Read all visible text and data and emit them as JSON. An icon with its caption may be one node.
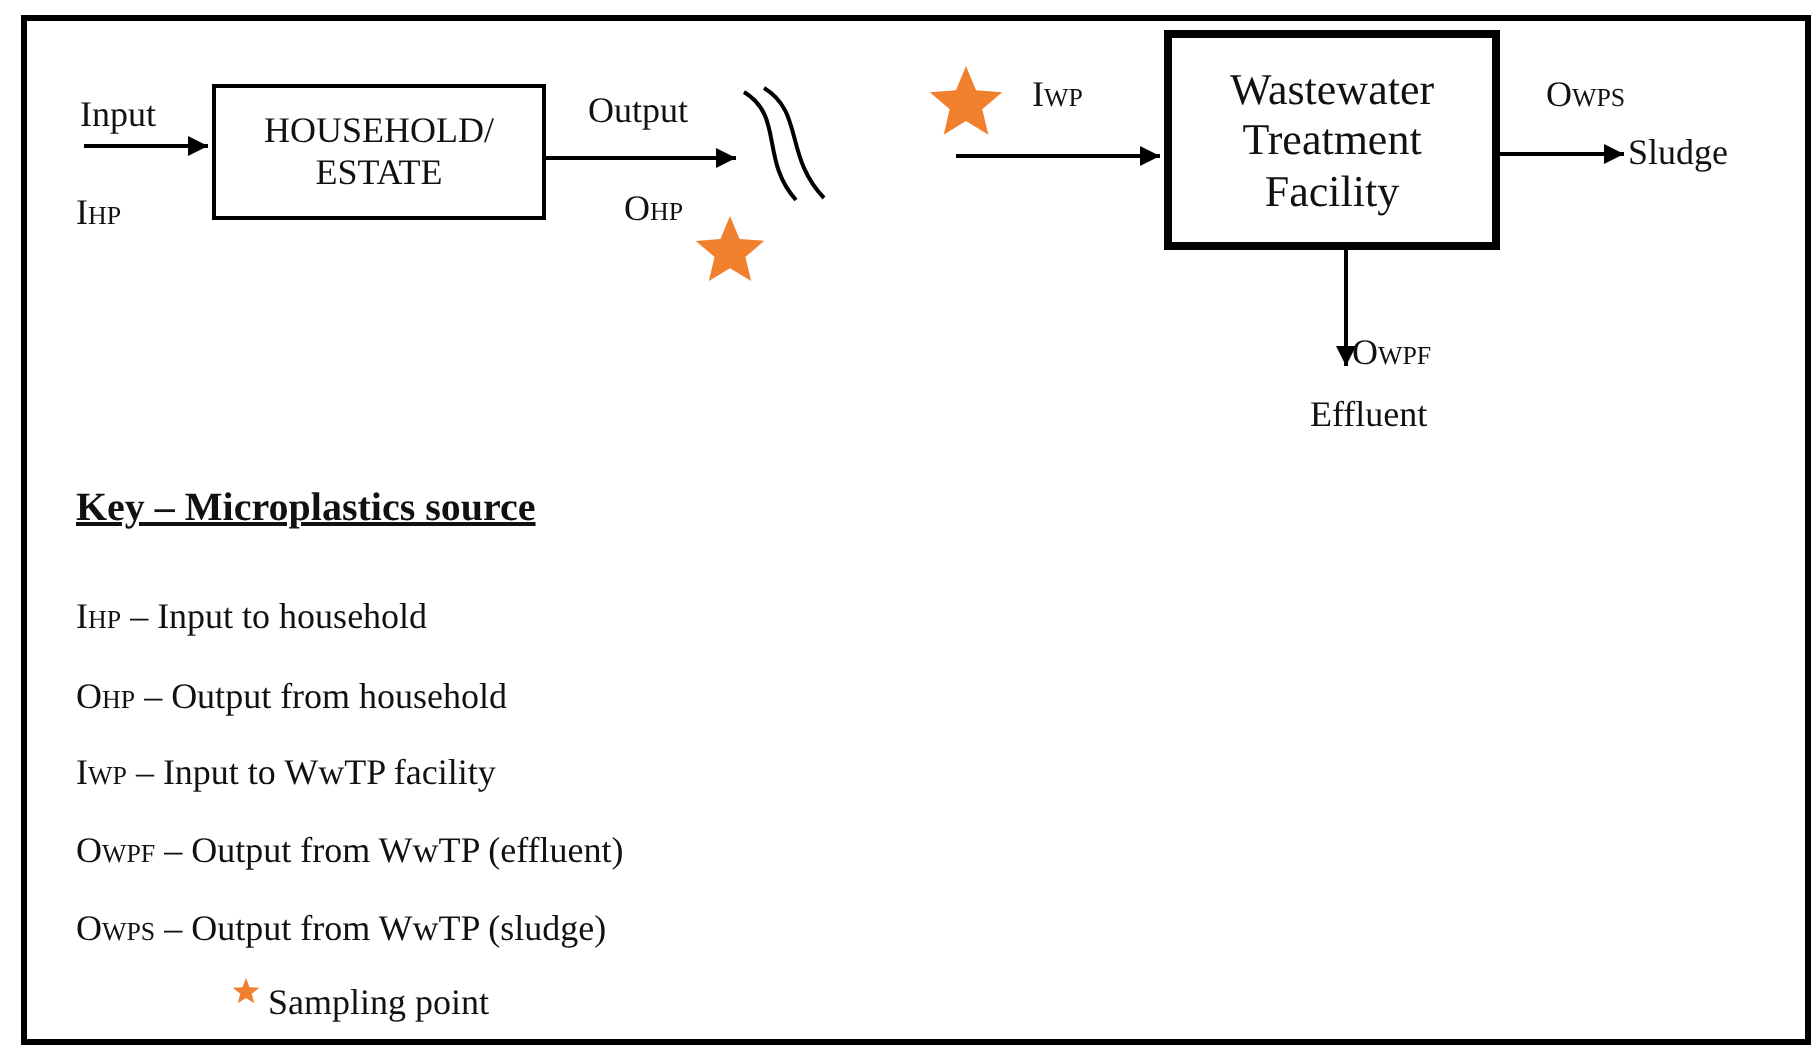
{
  "diagram": {
    "nodes": [
      {
        "text": [
          "HOUSEHOLD/ ESTATE"
        ]
      },
      {
        "text": [
          "Wastewater Treatment Facility"
        ]
      },
      {
        "text": [
          "Sludge"
        ]
      },
      {
        "text": [
          "O$_{WPF}$",
          "Effluent"
        ]
      }
    ],
    "edges": [
      {
        "from": null,
        "to": 0,
        "arrow": "to",
        "label": "Input"
      },
      {
        "from": 0,
        "to": null,
        "arrow": "to",
        "label": "Output"
      },
      {
        "from": null,
        "to": 1,
        "arrow": "to",
        "label": "I$_{WP}$"
      },
      {
        "from": 1,
        "to": 2,
        "arrow": "to",
        "label": "O$_{WPS}$"
      },
      {
        "from": 1,
        "to": 3,
        "arrow": "to"
      }
    ],
    "labels": [
      "I$_{HP}$",
      "O$_{HP}$",
      "Key – Microplastics source",
      "I$_{HP}$ – Input to household",
      "O$_{HP}$ – Output from household",
      "I$_{WP}$ – Input to WwTP facility",
      "O$_{WPF}$ – Output from WwTP (effluent)",
      "O$_{WPS}$ – Output from WwTP (sludge)"
    ],
    "legend": [
      {
        "text": "Sampling point"
      }
    ]
  }
}
